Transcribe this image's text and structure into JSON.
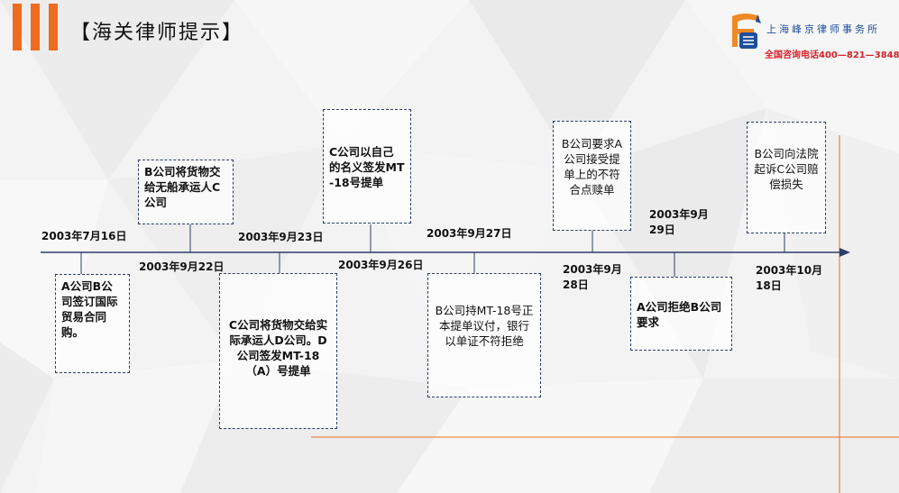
{
  "header": {
    "title": "【海关律师提示】"
  },
  "logo": {
    "icon": "law-firm-logo-icon",
    "name": "上海峰京律师事务所",
    "hotline": "全国咨询电话400—821—3848"
  },
  "colors": {
    "accent": "#ee6b1f",
    "line": "#2b3f66",
    "logo_blue": "#1f4e9a",
    "logo_red": "#d8232a"
  },
  "timeline": {
    "events": [
      {
        "date": "2003年7月16日",
        "text": "A公司B公司签订国际贸易合同购。"
      },
      {
        "date": "2003年9月22日",
        "text": "B公司将货物交给无船承运人C公司"
      },
      {
        "date": "2003年9月23日",
        "text": "C公司将货物交给实际承运人D公司。D公司签发MT-18（A）号提单"
      },
      {
        "date": "2003年9月26日",
        "text": "C公司以自己的名义签发MT-18号提单"
      },
      {
        "date": "2003年9月27日",
        "text": "B公司持MT-18号正本提单议付，银行以单证不符拒绝"
      },
      {
        "date": "2003年9月28日",
        "text": "B公司要求A公司接受提单上的不符合点赎单"
      },
      {
        "date": "2003年9月29日",
        "text": "A公司拒绝B公司要求"
      },
      {
        "date": "2003年10月18日",
        "text": "B公司向法院起诉C公司赔偿损失"
      }
    ]
  }
}
